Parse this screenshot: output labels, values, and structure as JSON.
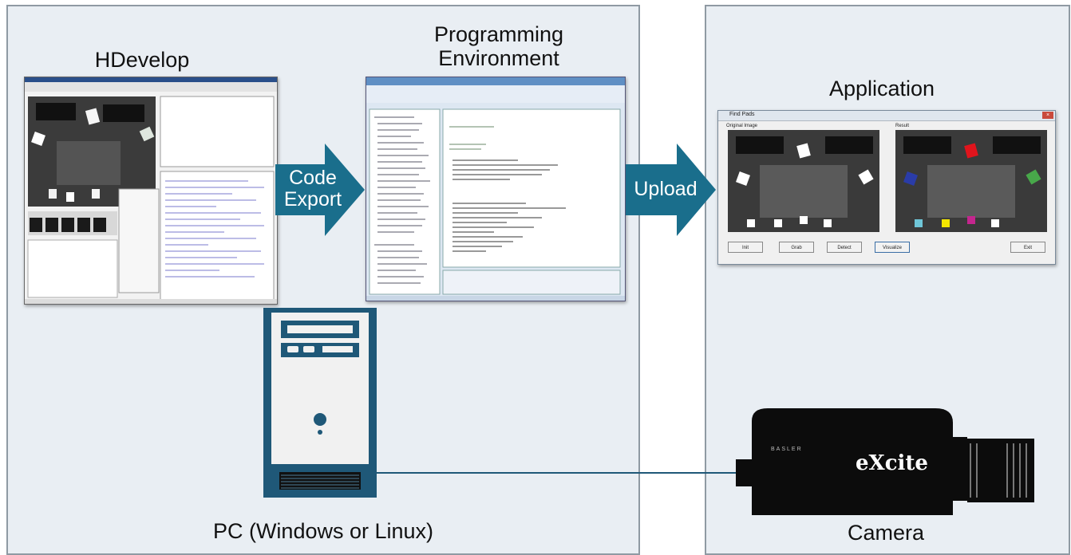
{
  "labels": {
    "hdevelop": "HDevelop",
    "programming_env_line1": "Programming",
    "programming_env_line2": "Environment",
    "application": "Application",
    "pc": "PC (Windows or Linux)",
    "camera": "Camera",
    "camera_brand": "eXcite",
    "camera_maker": "BASLER"
  },
  "arrows": {
    "code_export_line1": "Code",
    "code_export_line2": "Export",
    "upload": "Upload"
  },
  "app_window": {
    "title": "Find Pads",
    "left_pane_label": "Original Image",
    "right_pane_label": "Result",
    "buttons": [
      "Init",
      "Grab",
      "Detect",
      "Visualize",
      "Exit"
    ]
  },
  "colors": {
    "arrow": "#1a6e8c",
    "panel_bg": "#e9eef3",
    "panel_border": "#8f9aa3",
    "pc_tower": "#1f5878",
    "camera_body": "#0c0c0c"
  }
}
